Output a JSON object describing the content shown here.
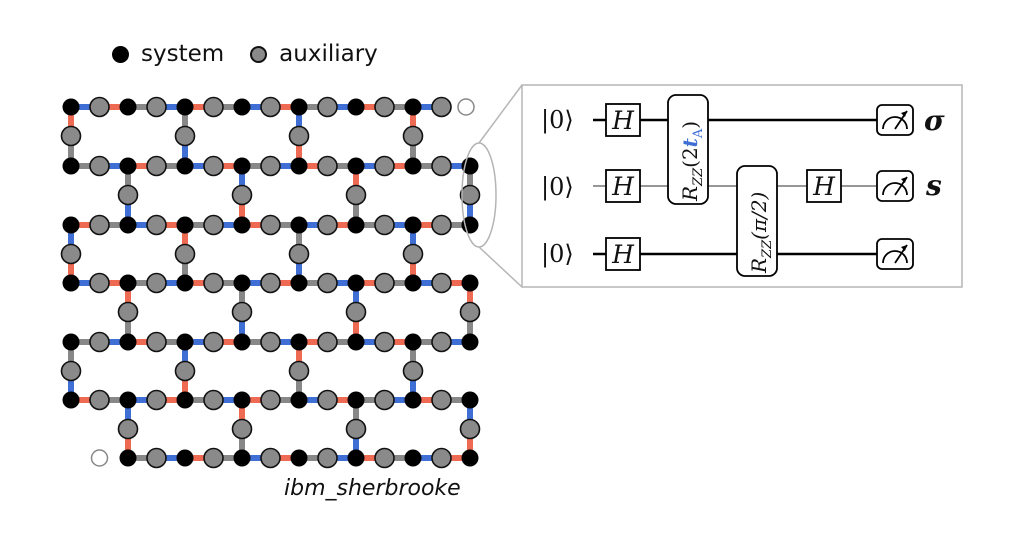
{
  "legend": {
    "system_label": "system",
    "auxiliary_label": "auxiliary"
  },
  "device_name": "ibm_sherbrooke",
  "circuit": {
    "ket_label": "|0⟩",
    "hadamard_label": "H",
    "rzz_label": "R",
    "rzz_sub": "ZZ",
    "rzz1_arg_open": "(2",
    "rzz1_arg_var": "t",
    "rzz1_arg_sub": "A",
    "rzz1_arg_close": ")",
    "rzz2_arg": "(π/2)",
    "output_sigma": "σ",
    "output_s": "s"
  },
  "colors": {
    "system": "#000000",
    "auxiliary": "#8a8a8a",
    "blue_edge": "#3f6fd4",
    "red_edge": "#ef6a52",
    "gray_edge": "#888888",
    "highlight_var": "#3f6fd4"
  }
}
